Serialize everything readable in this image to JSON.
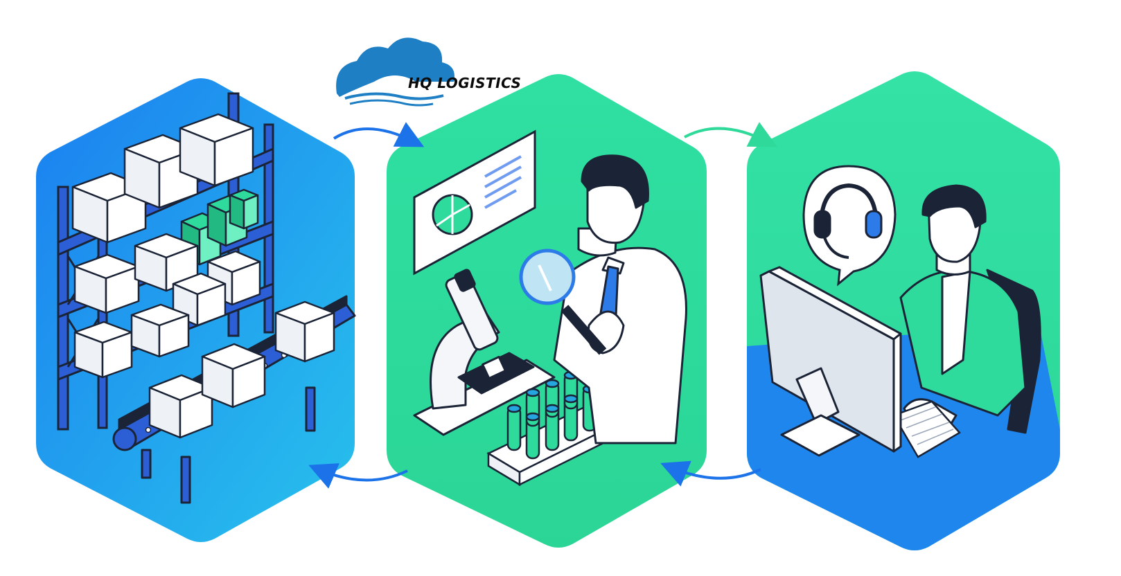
{
  "brand": {
    "name": "HQ LOGISTICS",
    "logo_icon": "cloud-logo-icon",
    "colors": {
      "logo_blue": "#1e7fc4",
      "text": "#0b0b0b"
    }
  },
  "palette": {
    "blue_panel": "#1f8bea",
    "blue_panel_light": "#25b6ee",
    "green_panel": "#2fdb9c",
    "shelf_blue": "#2c5fd6",
    "outline": "#1b2336",
    "white": "#ffffff",
    "arrow_blue": "#1c72e8",
    "arrow_green": "#2fd99a"
  },
  "panels": [
    {
      "id": "warehouse",
      "icon": "warehouse-shelves-icon"
    },
    {
      "id": "inspection",
      "icon": "quality-inspection-icon"
    },
    {
      "id": "support",
      "icon": "customer-support-icon"
    }
  ],
  "arrows": [
    {
      "from": "warehouse",
      "to": "inspection",
      "icon": "arrow-right-icon"
    },
    {
      "from": "inspection",
      "to": "support",
      "icon": "arrow-right-icon"
    },
    {
      "from": "support",
      "to": "inspection",
      "icon": "arrow-left-icon"
    },
    {
      "from": "inspection",
      "to": "warehouse",
      "icon": "arrow-left-icon"
    }
  ]
}
